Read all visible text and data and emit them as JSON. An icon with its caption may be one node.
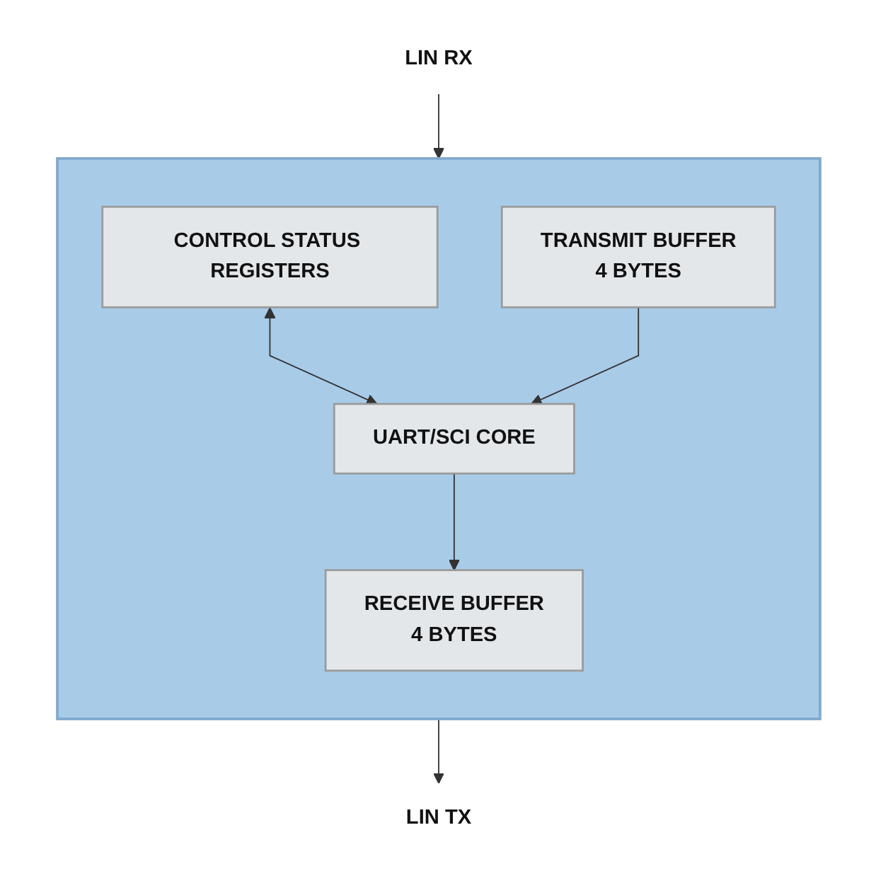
{
  "diagram": {
    "nodes": [
      {
        "text": [],
        "shape": "box"
      },
      {
        "text": [
          "CONTROL STATUS REGISTERS"
        ],
        "in": 0
      },
      {
        "text": [
          "TRANSMIT BUFFER",
          "4 BYTES"
        ],
        "in": 0
      },
      {
        "text": [
          "RECEIVE BUFFER",
          "4 BYTES"
        ],
        "in": 0
      },
      {
        "text": [
          "UART/SCI CORE"
        ],
        "in": 0
      },
      {
        "text": [
          "LIN TX"
        ]
      },
      {
        "text": [
          "LIN RX"
        ]
      }
    ],
    "edges": [
      {
        "from": 1,
        "to": 4,
        "arrow": "both"
      },
      {
        "from": 2,
        "to": 4,
        "arrow": "to"
      },
      {
        "from": 4,
        "to": 3,
        "arrow": "to"
      },
      {
        "from": 0,
        "to": 5,
        "arrow": "to"
      },
      {
        "from": 6,
        "to": 0,
        "arrow": "to"
      }
    ]
  }
}
